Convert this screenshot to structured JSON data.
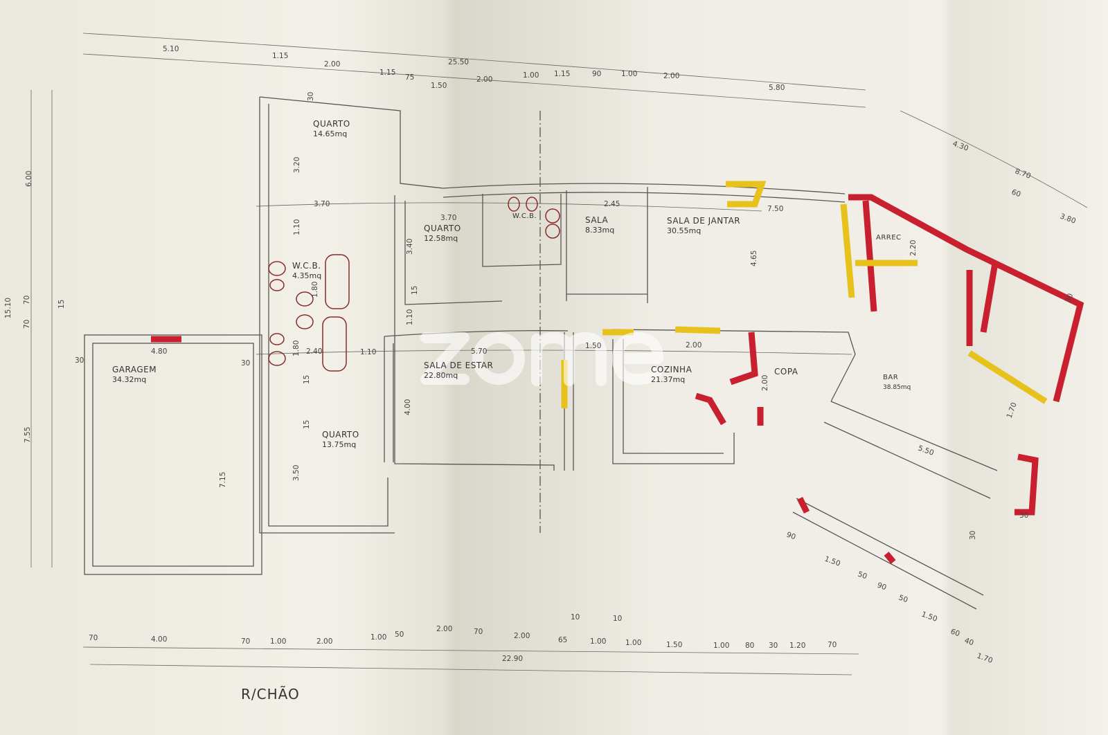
{
  "title": "R/CHÃO",
  "watermark": "zome",
  "rooms": {
    "quarto1": {
      "name": "QUARTO",
      "area": "14.65mq"
    },
    "quarto2": {
      "name": "QUARTO",
      "area": "12.58mq"
    },
    "quarto3": {
      "name": "QUARTO",
      "area": "13.75mq"
    },
    "wcb1": {
      "name": "W.C.B.",
      "area": "4.35mq"
    },
    "wcb2": {
      "name": "W.C.B."
    },
    "sala": {
      "name": "SALA",
      "area": "8.33mq"
    },
    "jantar": {
      "name": "SALA DE JANTAR",
      "area": "30.55mq"
    },
    "arrec": {
      "name": "ARREC"
    },
    "garagem": {
      "name": "GARAGEM",
      "area": "34.32mq"
    },
    "estar": {
      "name": "SALA DE ESTAR",
      "area": "22.80mq"
    },
    "cozinha": {
      "name": "COZINHA",
      "area": "21.37mq"
    },
    "copa": {
      "name": "COPA"
    },
    "bar": {
      "name": "BAR",
      "area": "38.85mq"
    }
  },
  "dims": {
    "top": [
      "5.10",
      "1.15",
      "2.00",
      "1.15",
      "75",
      "1.50",
      "25.50",
      "2.00",
      "1.00",
      "1.15",
      "90",
      "1.00",
      "2.00",
      "5.80"
    ],
    "bottom": [
      "70",
      "4.00",
      "70",
      "1.00",
      "2.00",
      "1.00",
      "50",
      "2.00",
      "70",
      "2.00",
      "65",
      "1.00",
      "1.00",
      "1.50",
      "1.00",
      "80",
      "30",
      "1.20",
      "70",
      "22.90",
      "10",
      "10"
    ],
    "left": [
      "6.00",
      "15.10",
      "7.55",
      "70",
      "70",
      "15"
    ],
    "right": [
      "4.30",
      "8.70",
      "60",
      "3.80",
      "30",
      "1.70"
    ],
    "inner": [
      "30",
      "3.70",
      "3.20",
      "1.10",
      "1.80",
      "2.40",
      "1.10",
      "1.80",
      "15",
      "3.50",
      "15",
      "3.70",
      "3.40",
      "1.10",
      "15",
      "2.45",
      "4.65",
      "7.50",
      "2.20",
      "5.70",
      "1.50",
      "2.00",
      "2.00",
      "4.00",
      "4.80",
      "7.15",
      "30",
      "30",
      "5.50",
      "90",
      "1.50",
      "50",
      "90",
      "50",
      "1.50",
      "60",
      "40",
      "1.70",
      "30",
      "30"
    ]
  }
}
